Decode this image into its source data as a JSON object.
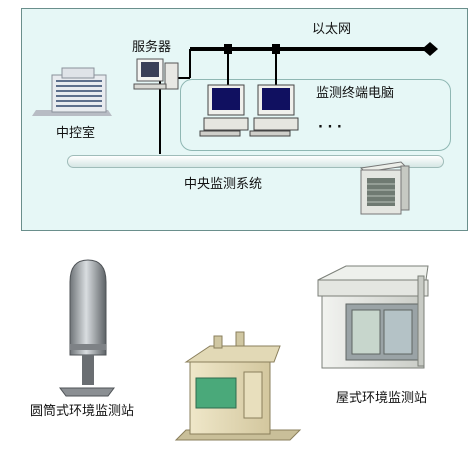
{
  "diagram": {
    "ethernet_label": "以太网",
    "server_label": "服务器",
    "terminal_label": "监测终端电脑",
    "ellipsis": "· · ·",
    "control_room_label": "中控室",
    "central_system_label": "中央监测系统",
    "cylinder_station_label": "圆筒式环境监测站",
    "house_station_label": "屋式环境监测站"
  }
}
